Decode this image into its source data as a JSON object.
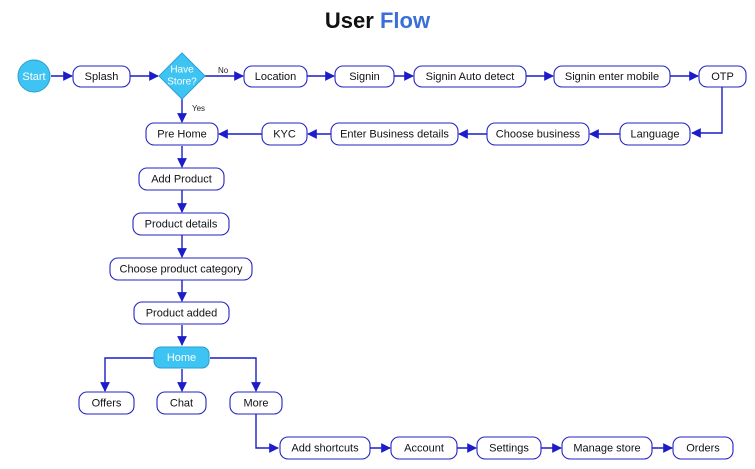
{
  "title": {
    "main": "User",
    "accent": "Flow"
  },
  "colors": {
    "edge": "#1c1cc8",
    "node_border": "#2323c4",
    "highlight": "#3ec4f2",
    "title_accent": "#3b6fd8"
  },
  "nodes": {
    "start": "Start",
    "splash": "Splash",
    "have_store_line1": "Have",
    "have_store_line2": "Store?",
    "location": "Location",
    "signin": "Signin",
    "signin_auto": "Signin Auto detect",
    "signin_mobile": "Signin enter mobile",
    "otp": "OTP",
    "language": "Language",
    "choose_business": "Choose business",
    "enter_business": "Enter Business details",
    "kyc": "KYC",
    "pre_home": "Pre Home",
    "add_product": "Add Product",
    "product_details": "Product details",
    "choose_category": "Choose product category",
    "product_added": "Product added",
    "home": "Home",
    "offers": "Offers",
    "chat": "Chat",
    "more": "More",
    "add_shortcuts": "Add shortcuts",
    "account": "Account",
    "settings": "Settings",
    "manage_store": "Manage store",
    "orders": "Orders"
  },
  "edge_labels": {
    "no": "No",
    "yes": "Yes"
  }
}
